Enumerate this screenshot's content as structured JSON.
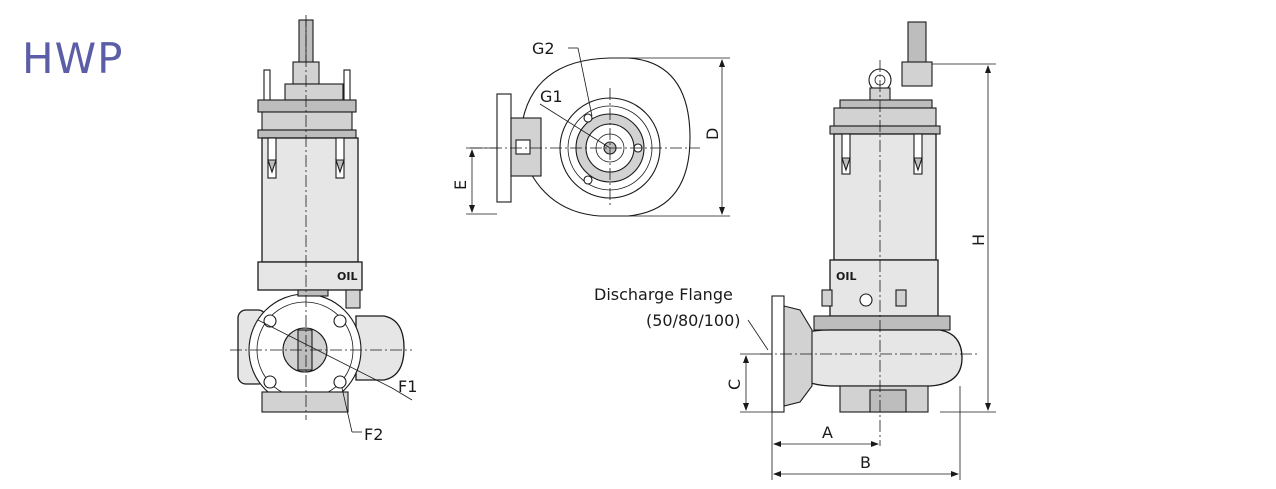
{
  "title": "HWP",
  "title_color": "#5b5ea6",
  "labels": {
    "g2": "G2",
    "g1": "G1",
    "d": "D",
    "e": "E",
    "h": "H",
    "c": "C",
    "a": "A",
    "b": "B",
    "f1": "F1",
    "f2": "F2",
    "oil_front": "OIL",
    "oil_side": "OIL",
    "flange_line1": "Discharge Flange",
    "flange_line2": "(50/80/100)"
  }
}
